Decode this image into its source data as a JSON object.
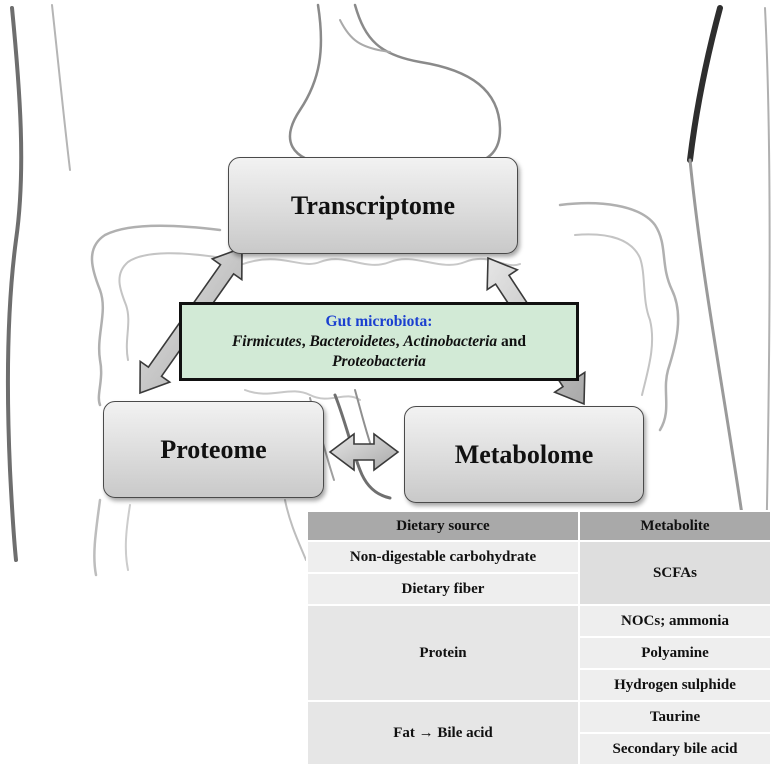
{
  "nodes": {
    "transcriptome": "Transcriptome",
    "proteome": "Proteome",
    "metabolome": "Metabolome"
  },
  "gut_box": {
    "title": "Gut microbiota:",
    "taxa": [
      "Firmicutes",
      "Bacteroidetes",
      "Actinobacteria",
      "Proteobacteria"
    ],
    "sep_comma": ", ",
    "sep_and": " and"
  },
  "table": {
    "headers": [
      "Dietary source",
      "Metabolite"
    ],
    "sources": [
      "Non-digestable carbohydrate",
      "Dietary fiber",
      "Protein",
      "Fat → Bile acid"
    ],
    "metabolites": [
      "SCFAs",
      "NOCs; ammonia",
      "Polyamine",
      "Hydrogen sulphide",
      "Taurine",
      "Secondary bile acid"
    ]
  }
}
